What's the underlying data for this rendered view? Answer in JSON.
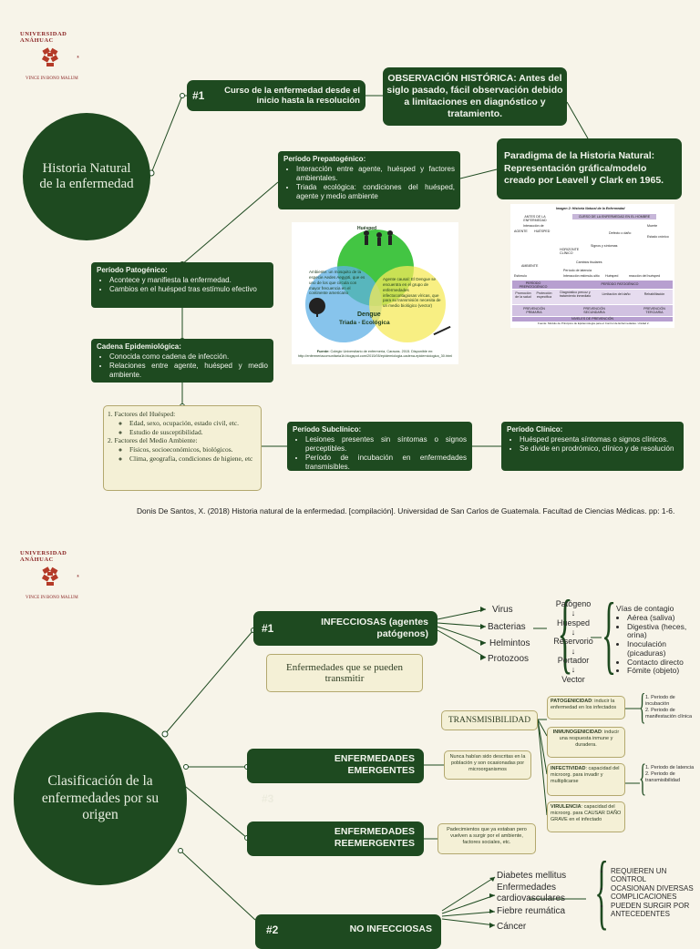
{
  "logo": {
    "top_text": "UNIVERSIDAD ANÁHUAC",
    "bottom_text": "VINCE IN BONO MALUM",
    "mark": "®"
  },
  "section1": {
    "main_circle": "Historia Natural de la enfermedad",
    "num_label": "#1",
    "course_box": "Curso de la enfermedad desde el inicio hasta la resolución",
    "observation_box": "OBSERVACIÓN HISTÓRICA: Antes del siglo pasado, fácil observación debido a limitaciones en diagnóstico y tratamiento.",
    "paradigm_box": "Paradigma de la Historia Natural: Representación gráfica/modelo creado por Leavell y Clark en 1965.",
    "prepatogenic": {
      "title": "Período Prepatogénico:",
      "items": [
        "Interacción entre agente, huésped y factores ambientales.",
        "Triada ecológica: condiciones del huésped, agente y medio ambiente"
      ]
    },
    "patogenic": {
      "title": "Período Patogénico:",
      "items": [
        "Acontece y manifiesta la enfermedad.",
        "Cambios en el huésped tras estímulo efectivo"
      ]
    },
    "chain": {
      "title": "Cadena Epidemiológica:",
      "items": [
        "Conocida como cadena de infección.",
        "Relaciones entre agente, huésped y medio ambiente."
      ]
    },
    "factors": {
      "host_title": "Factores del Huésped:",
      "host_items": [
        "Edad, sexo, ocupación, estado civil, etc.",
        "Estudio de susceptibilidad."
      ],
      "env_title": "Factores del Medio Ambiente:",
      "env_items": [
        "Físicos, socioeconómicos, biológicos.",
        "Clima, geografía, condiciones de higiene, etc"
      ]
    },
    "subclinical": {
      "title": "Período Subclínico:",
      "items": [
        "Lesiones presentes sin síntomas o signos perceptibles.",
        "Período de incubación en enfermedades transmisibles."
      ]
    },
    "clinical": {
      "title": "Período Clínico:",
      "items": [
        "Huésped presenta síntomas o signos clínicos.",
        "Se divide en prodrómico, clínico y de resolución"
      ]
    },
    "triad_image": {
      "top_label": "Huésped",
      "left_label": "Ambiente",
      "left_text": "Ambiente: un mosquito de la especie Aedes Aegypti, que es uno de los que circula con mayor frecuencia en el continente americano",
      "right_label": "Agente causal",
      "right_text": "Agente causal: El Dengue se encuentra en el grupo de enfermedades infectocontagiosas víricas, que para su transmisión necesita de un medio biológico (vector)",
      "center_title": "Dengue",
      "center_sub": "Triada - Ecológica",
      "source_label": "Fuente:",
      "source_text": "Colegio Universitario de enfermería, Caracas. 2015. Disponible en:",
      "source_url": "http://enfermeriacomunitaria1b.blogspot.com/2015/05/epidemiologia-cadena-epidemiologica_30.html"
    },
    "model_image": {
      "caption": "Imagen 2: Historia Natural de la Enfermedad",
      "before": "ANTES DE LA ENFERMEDAD",
      "course": "CURSO DE LA ENFERMEDAD EN EL HOMBRE",
      "interaction": "Interacción de",
      "agent": "AGENTE",
      "host": "HUÉSPED",
      "death": "Muerte",
      "disability": "Defecto o daño",
      "chronic": "Estado crónico",
      "horizon": "HORIZONTE CLÍNICO",
      "signs": "Signos y síntomas",
      "tissue": "Cambios tisulares",
      "lesion": "Período de latencia",
      "environment": "AMBIENTE",
      "stimulus": "Estímulo",
      "interaction2": "Interacción estímulo-sitio",
      "host2": "Huésped",
      "reaction": "reacción del huésped",
      "prepat": "PERÍODO PREPATOGÉNICO",
      "pat": "PERÍODO PATOGÉNICO",
      "health": "Promoción de la salud",
      "protection": "Protección específica",
      "diagnosis": "Diagnóstico precoz y tratamiento inmediato",
      "limitation": "Limitación del daño",
      "rehab": "Rehabilitación",
      "primary": "PREVENCIÓN PRIMARIA",
      "secondary": "PREVENCIÓN SECUNDARIA",
      "tertiary": "PREVENCIÓN TERCIARIA",
      "levels": "NIVELES DE PREVENCIÓN",
      "source": "Fuente: Módulo de Principios de Epidemiología para el Control de Enfermedades. Unidad 2."
    },
    "reference": "Donis De Santos, X. (2018) Historia natural de la enfermedad. [compilación]. Universidad de San Carlos de Guatemala. Facultad de Ciencias Médicas. pp: 1-6."
  },
  "section2": {
    "main_circle": "Clasificación de la enfermedades por su origen",
    "infectious": {
      "num": "#1",
      "label": "INFECCIOSAS (agentes patógenos)"
    },
    "transmit_box": "Enfermedades que se pueden transmitir",
    "agents": [
      "Virus",
      "Bacterias",
      "Helmintos",
      "Protozoos"
    ],
    "chain_items": [
      "Patógeno",
      "Huesped",
      "Reservorio",
      "Portador",
      "Vector"
    ],
    "routes_title": "Vías de contagio",
    "routes": [
      "Aérea (saliva)",
      "Digestiva (heces, orina)",
      "Inoculación (picaduras)",
      "Contacto directo",
      "Fómite (objeto)"
    ],
    "transmissibility": "TRANSMISIBILIDAD",
    "pathogenicity": {
      "term": "PATOGENICIDAD",
      "text": ": inducir la enfermedad en los infectados"
    },
    "pathogenicity_list": [
      "Periodo de incubación",
      "Periodo de manifestación clínica"
    ],
    "immunogenicity": {
      "term": "INMUNOGENICIDAD",
      "text": ": inducir una respuesta inmune y duradera."
    },
    "infectivity": {
      "term": "INFECTIVIDAD",
      "text": ": capacidad del microorg. para invadir y multiplicarse"
    },
    "infectivity_list": [
      "Periodo de latencia",
      "Periodo de transmisibilidad"
    ],
    "virulence": {
      "term": "VIRULENCIA",
      "text": ": capacidad del microorg. para CAUSAR DAÑO GRAVE en el infectado"
    },
    "emerging": {
      "label": "ENFERMEDADES EMERGENTES",
      "desc": "Nunca habían sido descritas en la población y son ocasionadas por microorganismos"
    },
    "ghost_num": "#3",
    "reemerging": {
      "label": "ENFERMEDADES REEMERGENTES",
      "desc": "Padecimientos que ya estaban pero vuelven a surgir por el ambiente, factores sociales, etc."
    },
    "non_infectious": {
      "num": "#2",
      "label": "NO INFECCIOSAS"
    },
    "diseases": [
      "Diabetes mellitus",
      "Enfermedades cardiovasculares",
      "Fiebre reumática",
      "Cáncer"
    ],
    "traits": [
      "REQUIEREN UN CONTROL",
      "OCASIONAN DIVERSAS COMPLICACIONES",
      "PUEDEN SURGIR POR ANTECEDENTES"
    ]
  }
}
